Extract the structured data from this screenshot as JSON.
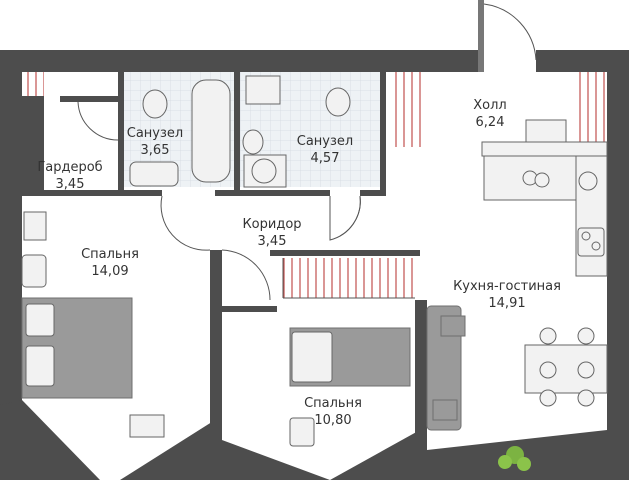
{
  "rooms": [
    {
      "key": "hall",
      "name": "Холл",
      "area": "6,24"
    },
    {
      "key": "bath1",
      "name": "Санузел",
      "area": "3,65"
    },
    {
      "key": "bath2",
      "name": "Санузел",
      "area": "4,57"
    },
    {
      "key": "wardrobe",
      "name": "Гардероб",
      "area": "3,45"
    },
    {
      "key": "corridor",
      "name": "Коридор",
      "area": "3,45"
    },
    {
      "key": "bedroom1",
      "name": "Спальня",
      "area": "14,09"
    },
    {
      "key": "kitchen",
      "name": "Кухня-гостиная",
      "area": "14,91"
    },
    {
      "key": "bedroom2",
      "name": "Спальня",
      "area": "10,80"
    }
  ],
  "colors": {
    "wall": "#4d4d4d",
    "tile": "#e5ebf0",
    "accent": "#c0504d",
    "plant": "#7cb342"
  }
}
